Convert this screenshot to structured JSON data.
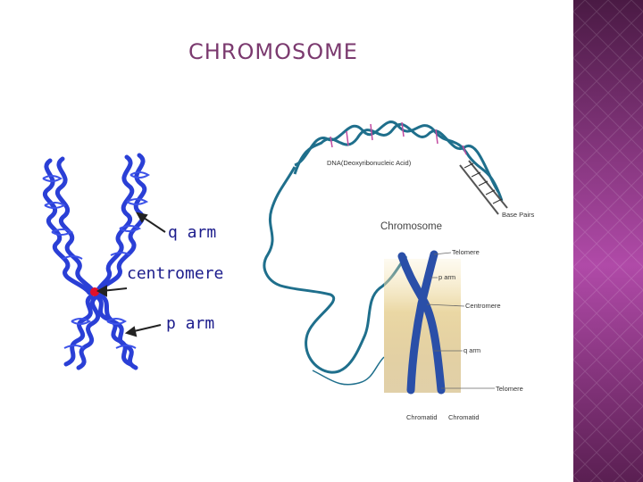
{
  "slide": {
    "title": "CHROMOSOME"
  },
  "left_figure": {
    "labels": {
      "q_arm": "q arm",
      "centromere": "centromere",
      "p_arm": "p arm"
    },
    "colors": {
      "chromosome": "#2a3fd6",
      "centromere_dot": "#e0102a"
    }
  },
  "right_figure": {
    "labels": {
      "dna": "DNA(Deoxyribonucleic Acid)",
      "base_pairs": "Base Pairs",
      "chromosome": "Chromosome",
      "telomere_top": "Telomere",
      "p_arm": "p arm",
      "centromere": "Centromere",
      "q_arm": "q arm",
      "telomere_bottom": "Telomere",
      "chromatid_left": "Chromatid",
      "chromatid_right": "Chromatid"
    },
    "colors": {
      "dna_strand": "#1f6f8c",
      "chromosome": "#2a4fa8"
    }
  },
  "theme": {
    "accent": "#7b3a6f",
    "sidebar_dark": "#5a1f52",
    "sidebar_light": "#b04aa8"
  }
}
